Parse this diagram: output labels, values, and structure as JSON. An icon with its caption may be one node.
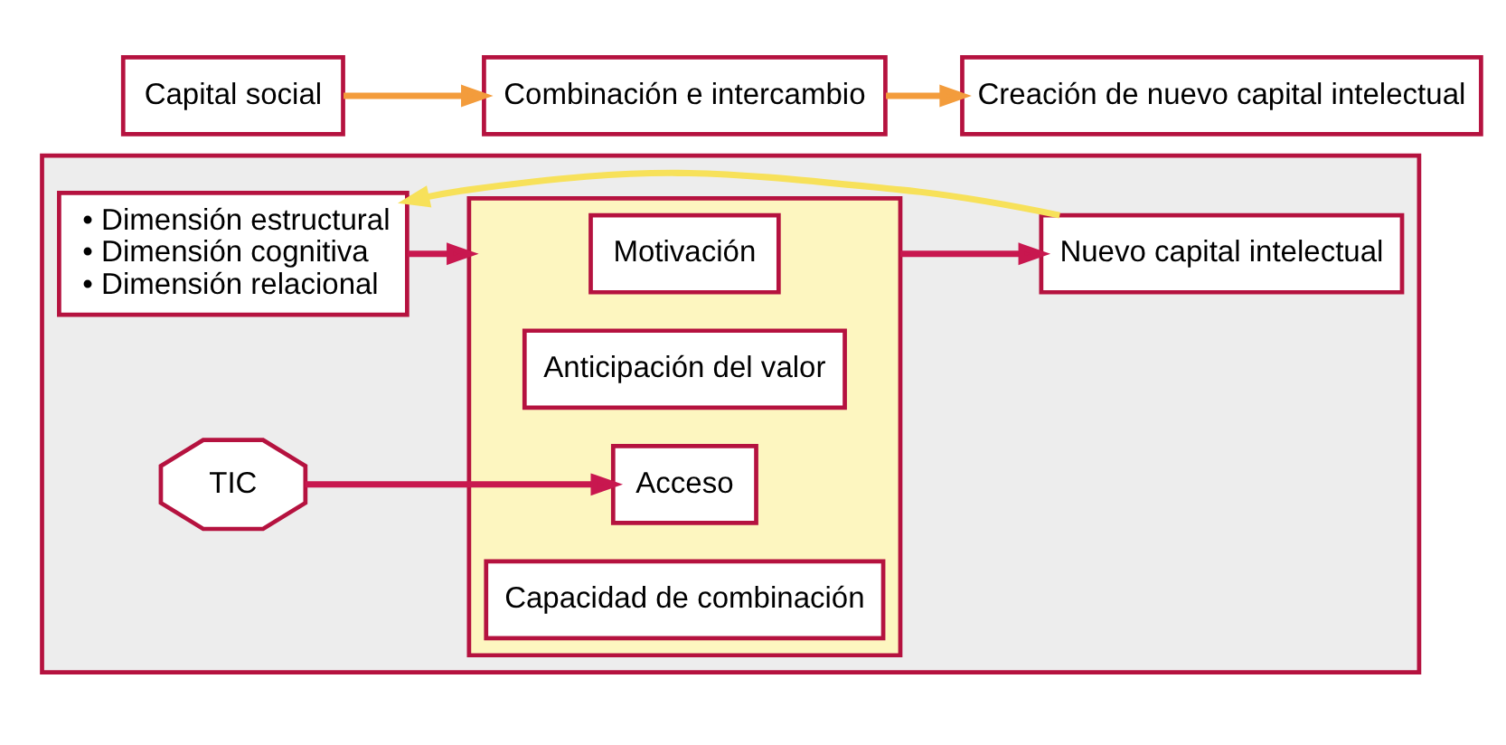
{
  "diagram": {
    "nodes": [
      {
        "text": [
          "Capital social"
        ]
      },
      {
        "text": [
          "Combinación e intercambio"
        ]
      },
      {
        "text": [
          "Creación de nuevo capital intelectual"
        ]
      },
      {
        "text": [],
        "shape": "box"
      },
      {
        "text": [
          "• Dimensión estructural",
          "• Dimensión cognitiva",
          "• Dimensión relacional"
        ],
        "in": 3
      },
      {
        "text": [],
        "shape": "box",
        "in": 3
      },
      {
        "text": [
          "Acceso"
        ],
        "in": 5
      },
      {
        "text": [
          "Anticipación del valor"
        ],
        "in": 5
      },
      {
        "text": [
          "Motivación"
        ],
        "in": 5
      },
      {
        "text": [
          "Capacidad de combinación"
        ],
        "in": 5
      },
      {
        "text": [
          "TIC"
        ],
        "in": 3
      },
      {
        "text": [
          "Nuevo capital intelectual"
        ],
        "in": 3
      }
    ],
    "edges": [
      {
        "from": 0,
        "to": 1,
        "arrow": "to",
        "color": "#f39c3c"
      },
      {
        "from": 1,
        "to": 2,
        "arrow": "to",
        "color": "#f39c3c"
      },
      {
        "from": 4,
        "to": 5,
        "arrow": "to",
        "color": "#c8174f"
      },
      {
        "from": 10,
        "to": 6,
        "arrow": "to",
        "color": "#c8174f"
      },
      {
        "from": 5,
        "to": 11,
        "arrow": "to",
        "color": "#c8174f"
      },
      {
        "from": 11,
        "to": 4,
        "arrow": "to",
        "color": "#f7e15a"
      }
    ]
  }
}
